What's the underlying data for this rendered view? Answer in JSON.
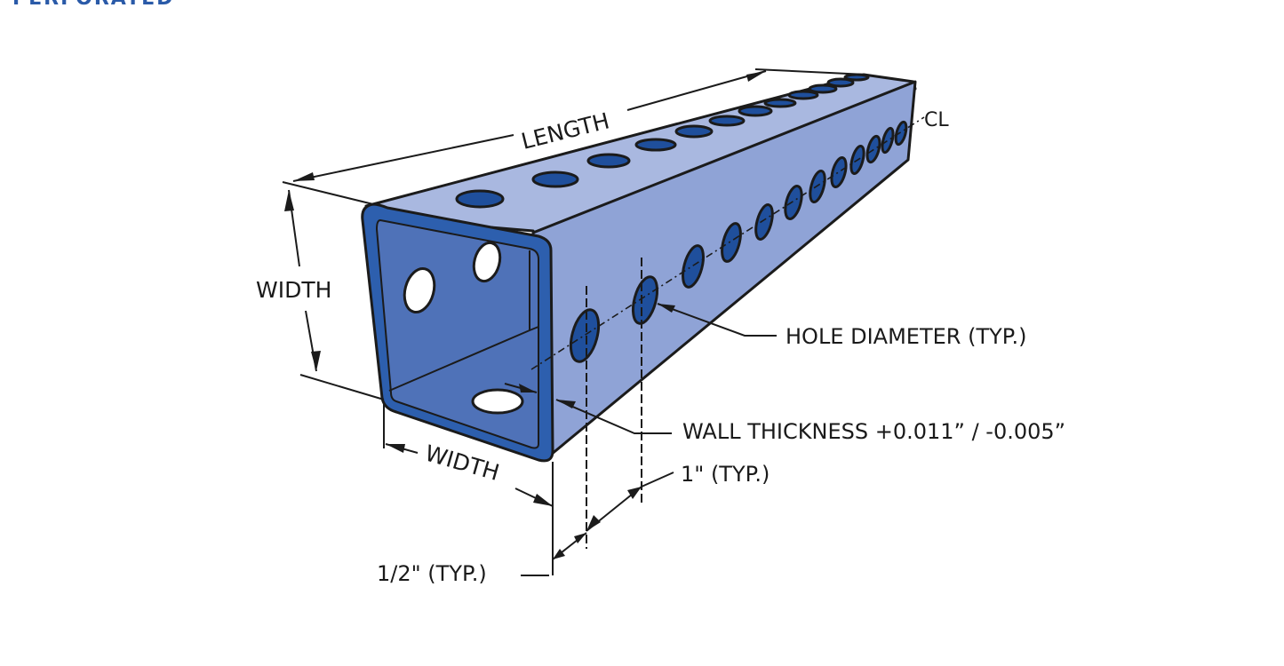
{
  "header": {
    "title": "PERFORATED",
    "color": "#2a5aa8"
  },
  "colors": {
    "tube_top": "#a9b8e0",
    "tube_side": "#8fa3d6",
    "tube_face": "#2d5fae",
    "tube_inner": "#4f72b8",
    "hole": "#1f4f9c",
    "outline": "#1b1b1b"
  },
  "labels": {
    "length": "LENGTH",
    "width_vertical": "WIDTH",
    "width_bottom": "WIDTH",
    "centerline": "CL",
    "hole_diameter": "HOLE DIAMETER (TYP.)",
    "wall_thickness": "WALL THICKNESS +0.011” / -0.005”",
    "spacing": "1\" (TYP.)",
    "edge_distance": "1/2\" (TYP.)"
  }
}
